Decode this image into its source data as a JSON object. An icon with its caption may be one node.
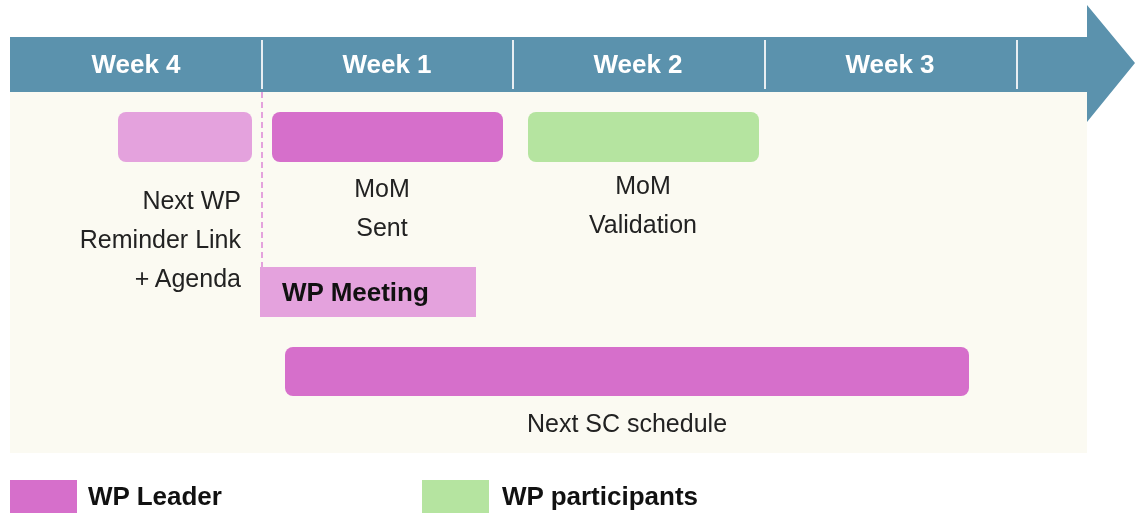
{
  "diagram": {
    "nodes": [
      {
        "text": [],
        "shape": "bar",
        "beside": [
          "Next WP Reminder Link + Agenda"
        ]
      },
      {
        "text": [],
        "shape": "bar",
        "beside": [
          "MoM Sent"
        ]
      },
      {
        "text": [],
        "shape": "bar",
        "beside": [
          "MoM Validation"
        ]
      },
      {
        "text": [
          "WP Meeting"
        ]
      },
      {
        "text": [],
        "shape": "bar",
        "beside": [
          "Next SC schedule"
        ]
      }
    ],
    "edges": [],
    "labels": [
      "Week 4",
      "Week 1",
      "Week 2",
      "Week 3"
    ],
    "legend": [
      {
        "text": "WP Leader",
        "color": "#d66fcb"
      },
      {
        "text": "WP participants",
        "color": "#b5e4a0"
      }
    ]
  }
}
